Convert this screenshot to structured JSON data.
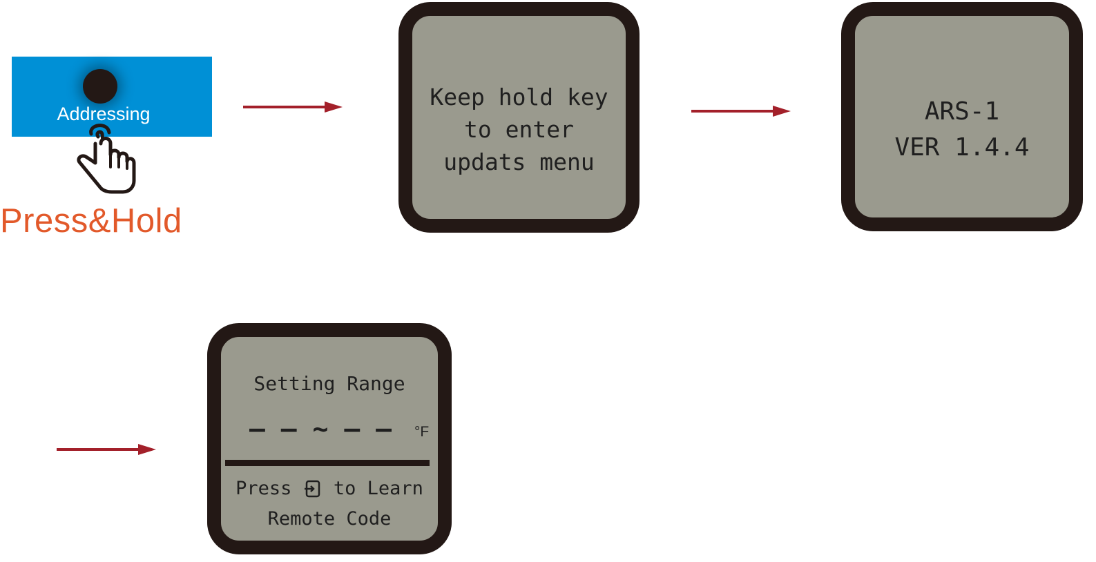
{
  "addressing": {
    "button_label": "Addressing",
    "caption": "Press&Hold",
    "icons": [
      "hand-pointer-icon"
    ]
  },
  "screens": {
    "enter_menu": {
      "line1": "Keep hold key",
      "line2": "to enter",
      "line3": "updats menu"
    },
    "version": {
      "model": "ARS-1",
      "version": "VER 1.4.4"
    },
    "setting_range": {
      "title": "Setting Range",
      "range": "– – ~ – –",
      "unit": "°F",
      "press": "Press",
      "to_learn": "to Learn",
      "line2": "Remote Code",
      "icons": [
        "enter-key-icon"
      ]
    }
  },
  "colors": {
    "button_blue": "#0090d6",
    "arrow_red": "#a3202a",
    "caption_orange": "#e2592a",
    "lcd_face": "#9a9a8e",
    "lcd_bezel": "#231815"
  }
}
